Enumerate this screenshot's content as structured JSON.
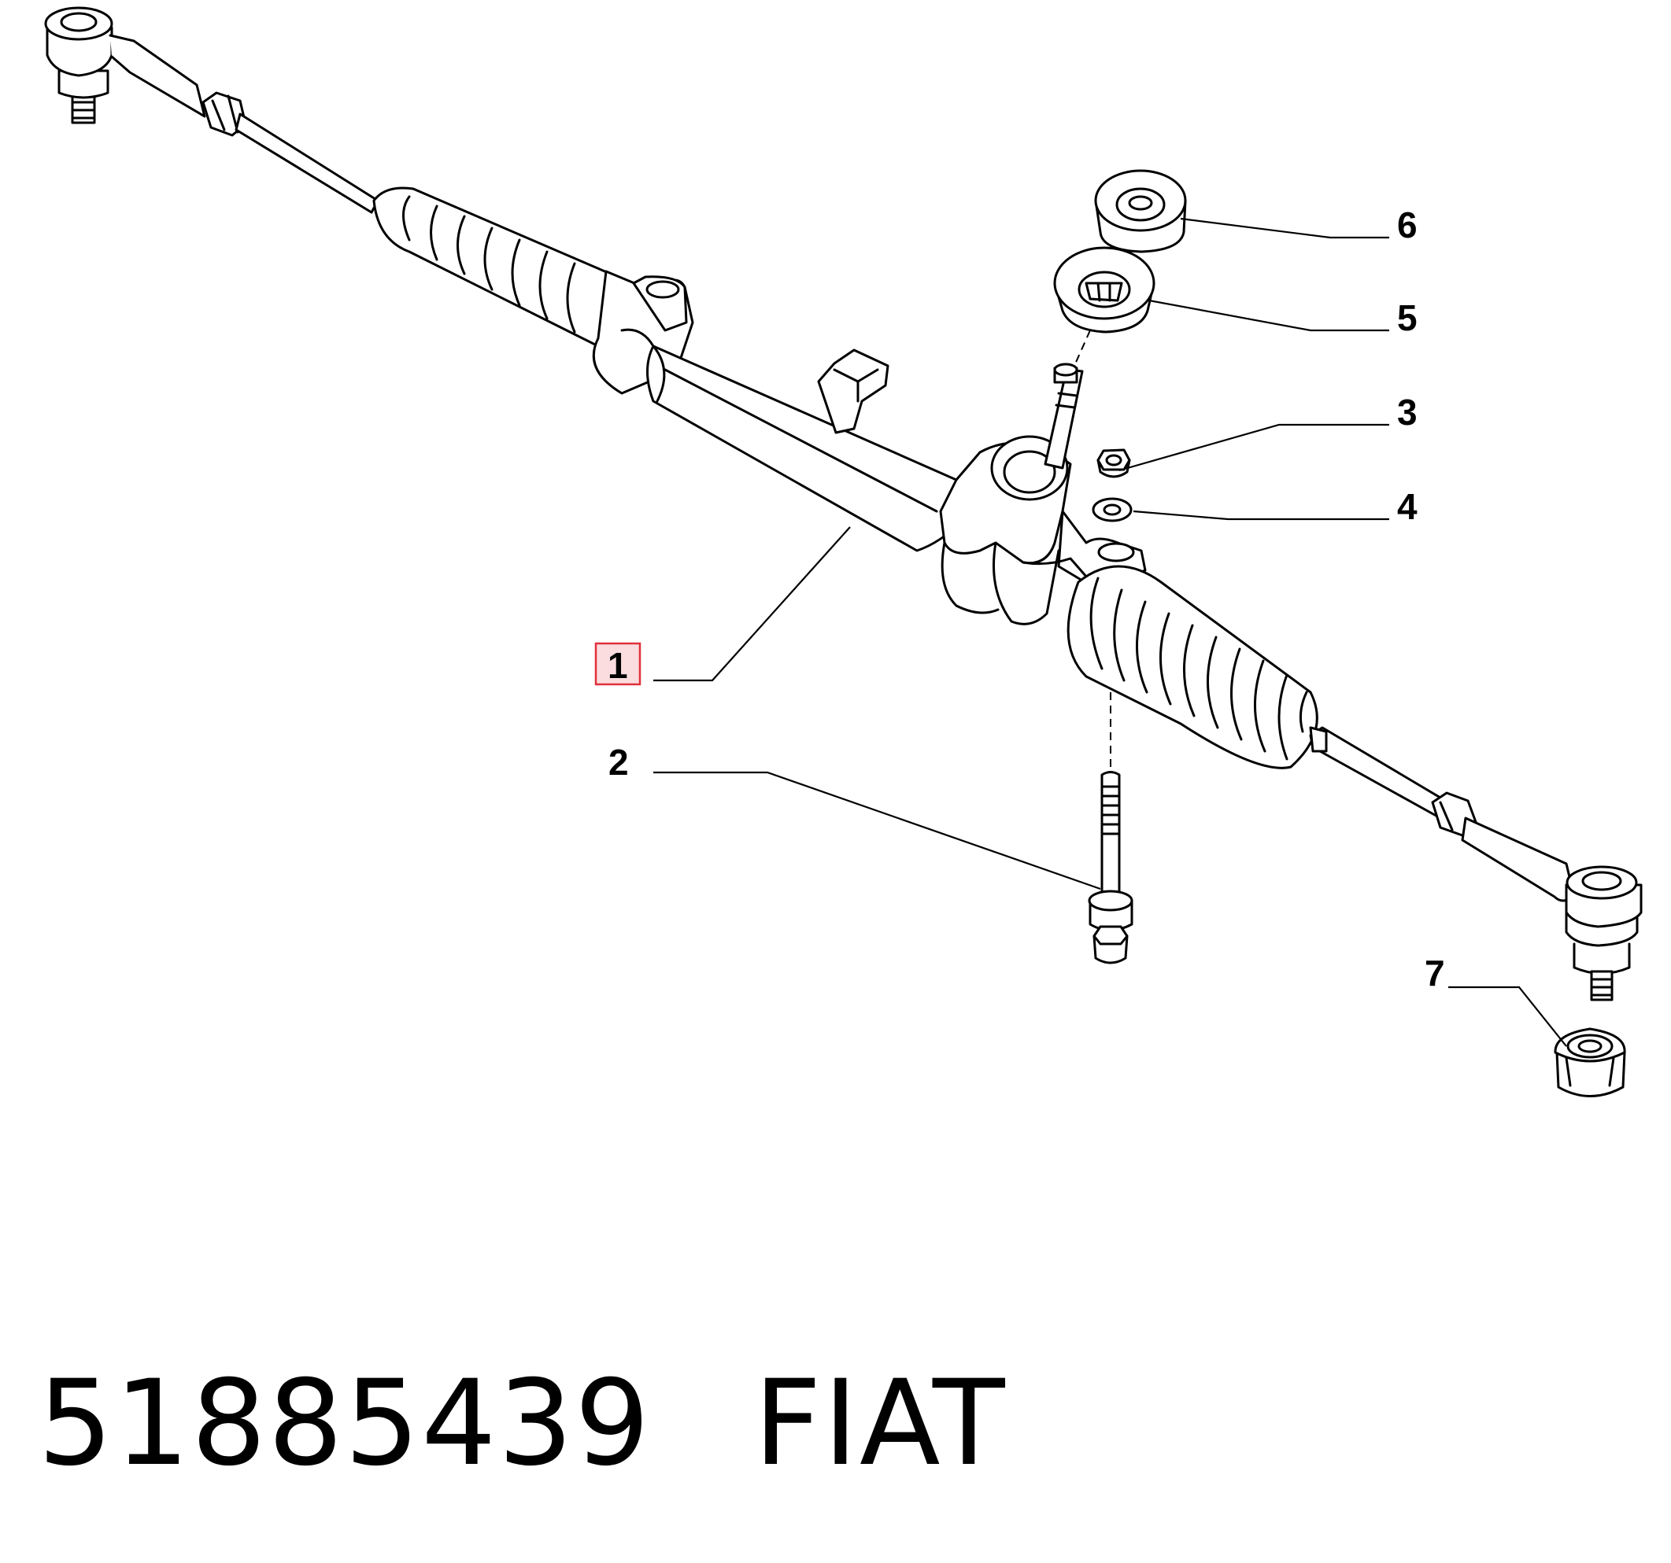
{
  "diagram": {
    "callouts": [
      {
        "id": "1",
        "label": "1",
        "highlighted": true
      },
      {
        "id": "2",
        "label": "2"
      },
      {
        "id": "3",
        "label": "3"
      },
      {
        "id": "4",
        "label": "4"
      },
      {
        "id": "5",
        "label": "5"
      },
      {
        "id": "6",
        "label": "6"
      },
      {
        "id": "7",
        "label": "7"
      }
    ],
    "highlight_color": "#e0303a",
    "highlight_fill": "#fbdcdf"
  },
  "caption": {
    "part_number": "51885439",
    "brand": "FIAT"
  }
}
